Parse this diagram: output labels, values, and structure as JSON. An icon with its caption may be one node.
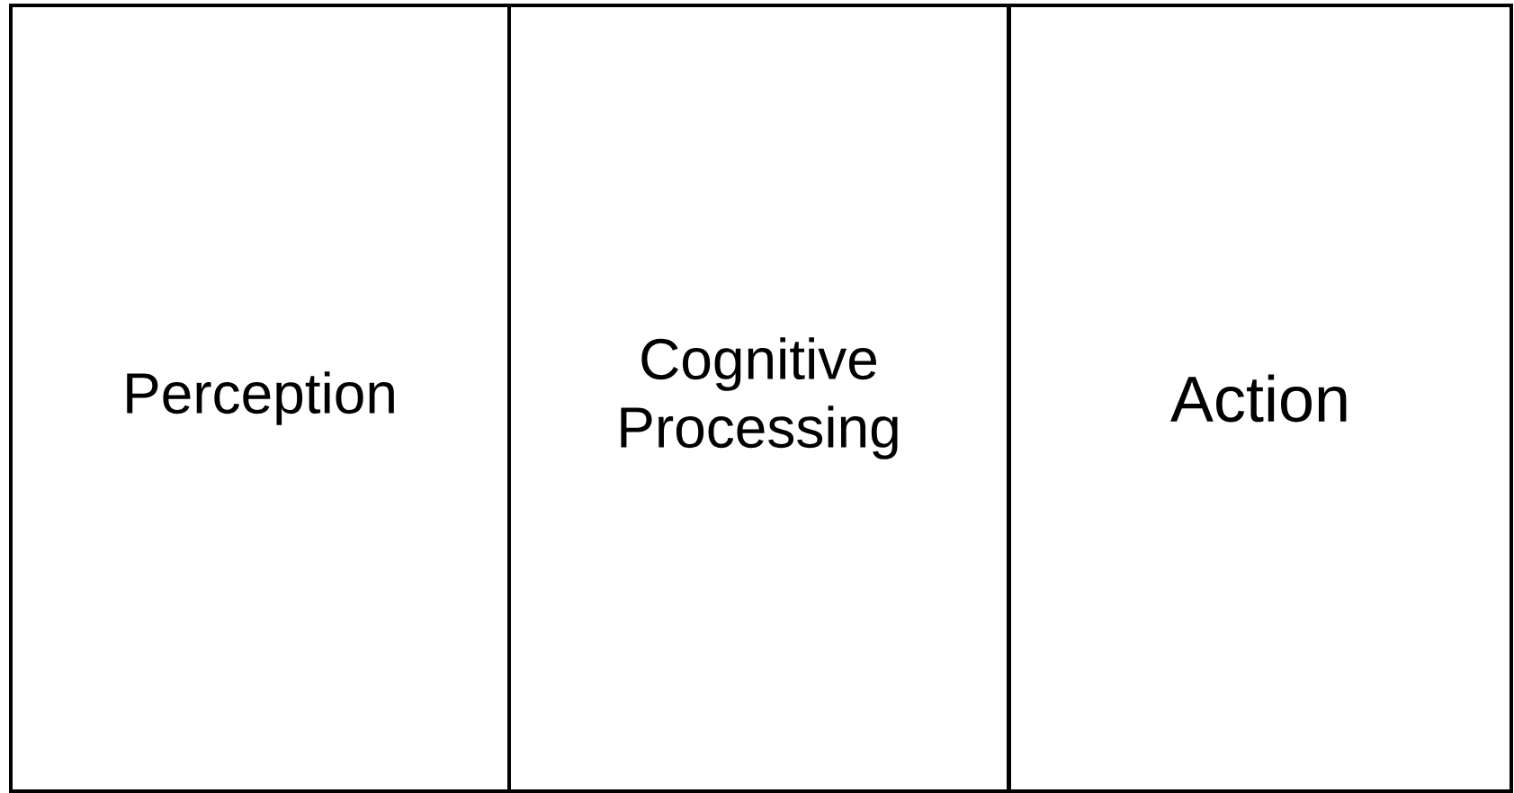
{
  "diagram": {
    "nodes": [
      {
        "text": [
          "Perception"
        ]
      },
      {
        "text": [
          "Cognitive Processing"
        ]
      },
      {
        "text": [
          "Action"
        ]
      }
    ]
  }
}
